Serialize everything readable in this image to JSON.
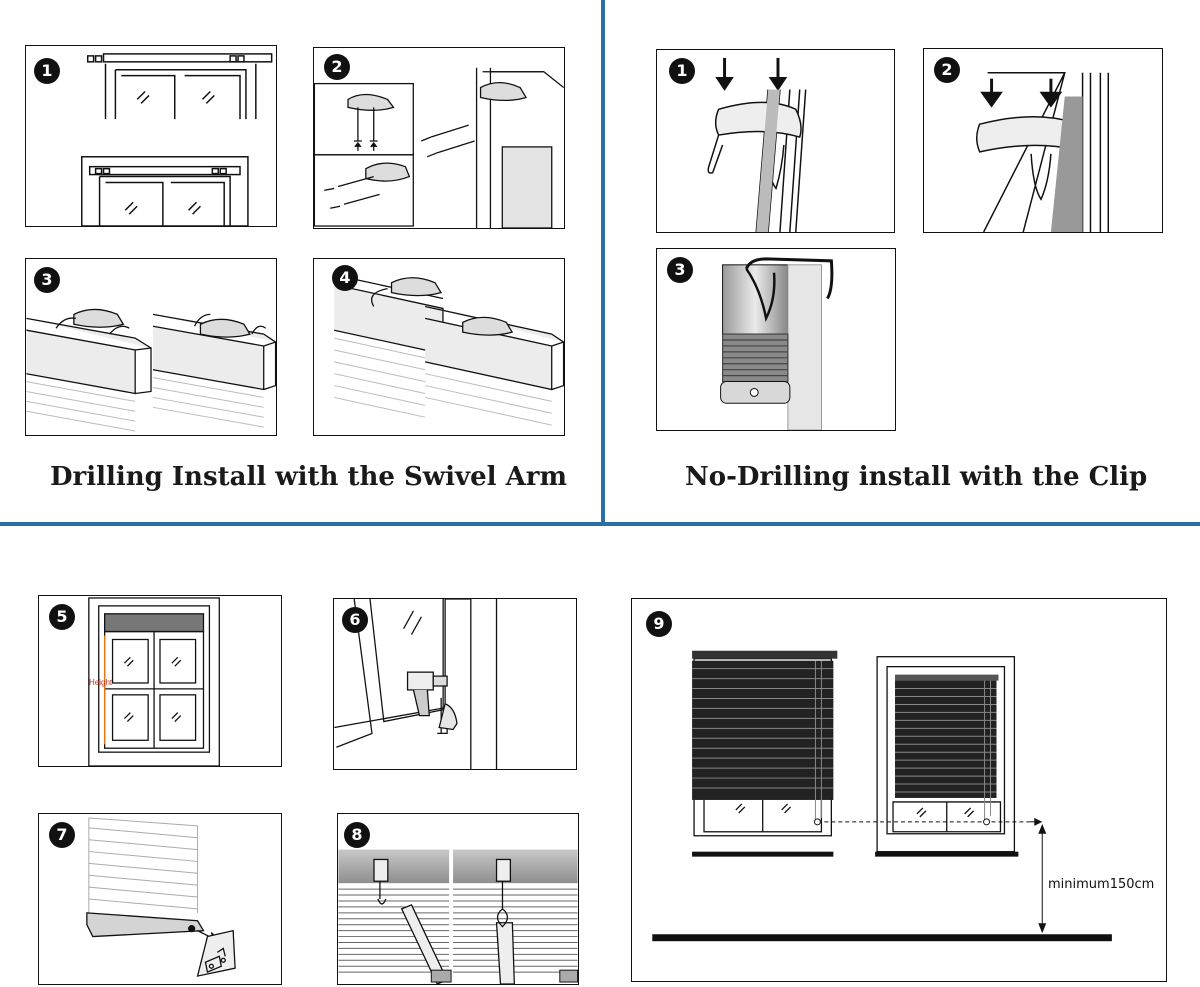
{
  "sections": {
    "drilling": {
      "title": "Drilling Install with the Swivel Arm"
    },
    "no_drilling": {
      "title": "No-Drilling install with the Clip"
    }
  },
  "steps": {
    "d1": "1",
    "d2": "2",
    "d3": "3",
    "d4": "4",
    "c1": "1",
    "c2": "2",
    "c3": "3",
    "s5": "5",
    "s6": "6",
    "s7": "7",
    "s8": "8",
    "s9": "9"
  },
  "labels": {
    "height": "Height",
    "minimum": "minimum150cm"
  },
  "colors": {
    "divider": "#2a6fa6",
    "ink": "#111111",
    "height_marker": "#e07b1a"
  }
}
